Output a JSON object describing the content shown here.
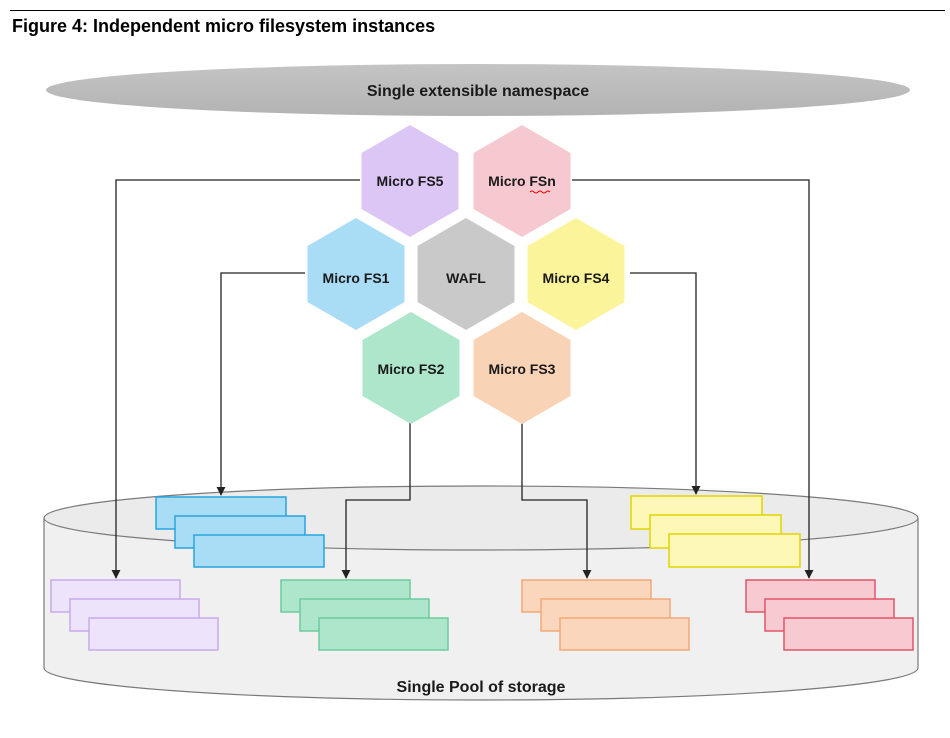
{
  "figure": {
    "title": "Figure 4: Independent micro filesystem instances"
  },
  "namespace": {
    "label": "Single extensible namespace"
  },
  "pool": {
    "label": "Single Pool of storage"
  },
  "hexagons": {
    "fs5": {
      "label": "Micro FS5",
      "color": "#dcc6f5"
    },
    "fsn": {
      "label": "Micro FSn",
      "color": "#f6c9d0"
    },
    "fs1": {
      "label": "Micro FS1",
      "color": "#a9dcf5"
    },
    "wafl": {
      "label": "WAFL",
      "color": "#c9c9c9"
    },
    "fs4": {
      "label": "Micro FS4",
      "color": "#fbf49a"
    },
    "fs2": {
      "label": "Micro FS2",
      "color": "#aee6cc"
    },
    "fs3": {
      "label": "Micro FS3",
      "color": "#f9d3b6"
    }
  },
  "stacks": {
    "fs1": {
      "fill": "#a9dcf5",
      "stroke": "#2aa3e0"
    },
    "fs4": {
      "fill": "#fdf7b8",
      "stroke": "#e2d400"
    },
    "fs5": {
      "fill": "#ede3fa",
      "stroke": "#c9a9ee"
    },
    "fs2": {
      "fill": "#aee6cc",
      "stroke": "#6dcb9d"
    },
    "fs3": {
      "fill": "#fad6bd",
      "stroke": "#f2a877"
    },
    "fsn": {
      "fill": "#f7c9d1",
      "stroke": "#e0556b"
    }
  }
}
